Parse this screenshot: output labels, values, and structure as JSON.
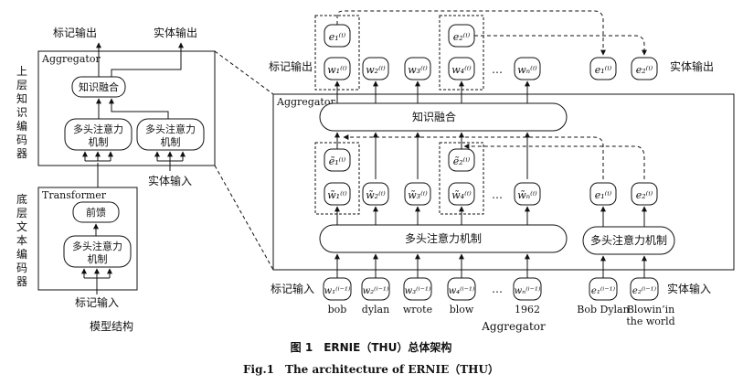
{
  "left_panel": {
    "top_output_label": "标记输出",
    "top_entity_label": "实体输出",
    "upper_encoder_vertical": "上层知识编码器",
    "upper_box_title": "Aggregator",
    "fusion_box": "知识融合",
    "mha_left_line1": "多头注意力",
    "mha_left_line2": "机制",
    "mha_right_line1": "多头注意力",
    "mha_right_line2": "机制",
    "entity_input_label": "实体输入",
    "lower_encoder_vertical": "底层文本编码器",
    "lower_box_title": "Transformer",
    "ffn_box": "前馈",
    "mha_lower_line1": "多头注意力",
    "mha_lower_line2": "机制",
    "token_input_label": "标记输入",
    "model_caption": "模型结构"
  },
  "right_panel": {
    "box_title": "Aggregator",
    "top_row_label": "标记输出",
    "entity_output_label": "实体输出",
    "fusion_box": "知识融合",
    "mha_token_box": "多头注意力机制",
    "mha_entity_box": "多头注意力机制",
    "token_input_label": "标记输入",
    "entity_input_label": "实体输入",
    "ellipsis": "…",
    "input_words": [
      "bob",
      "dylan",
      "wrote",
      "blow",
      "1962"
    ],
    "entity_words_1": "Bob Dylan",
    "entity_words_2_line1": "Blowin’in",
    "entity_words_2_line2": "the world",
    "bottom_label": "Aggregator"
  },
  "caption": {
    "chinese": "图 1　ERNIE（THU）总体架构",
    "english": "Fig.1　The architecture of ERNIE（THU）"
  },
  "symbols": {
    "top_entity_1": "e₁⁽ⁱ⁾",
    "top_entity_2": "e₂⁽ⁱ⁾",
    "top_tokens": [
      "w₁⁽ⁱ⁾",
      "w₂⁽ⁱ⁾",
      "w₃⁽ⁱ⁾",
      "w₄⁽ⁱ⁾",
      "wₙ⁽ⁱ⁾"
    ],
    "entity_out_1": "e₁⁽ⁱ⁾",
    "entity_out_2": "e₂⁽ⁱ⁾",
    "mid_entity_1": "ẽ₁⁽ⁱ⁾",
    "mid_entity_2": "ẽ₂⁽ⁱ⁾",
    "mid_tokens": [
      "w̃₁⁽ⁱ⁾",
      "w̃₂⁽ⁱ⁾",
      "w̃₃⁽ⁱ⁾",
      "w̃₄⁽ⁱ⁾",
      "w̃ₙ⁽ⁱ⁾"
    ],
    "mid_entity_in_1": "e₁⁽ⁱ⁾",
    "mid_entity_in_2": "e₂⁽ⁱ⁾",
    "input_tokens": [
      "w₁⁽ⁱ⁻¹⁾",
      "w₂⁽ⁱ⁻¹⁾",
      "w₃⁽ⁱ⁻¹⁾",
      "w₄⁽ⁱ⁻¹⁾",
      "wₙ⁽ⁱ⁻¹⁾"
    ],
    "input_entity_1": "e₁⁽ⁱ⁻¹⁾",
    "input_entity_2": "e₂⁽ⁱ⁻¹⁾"
  }
}
